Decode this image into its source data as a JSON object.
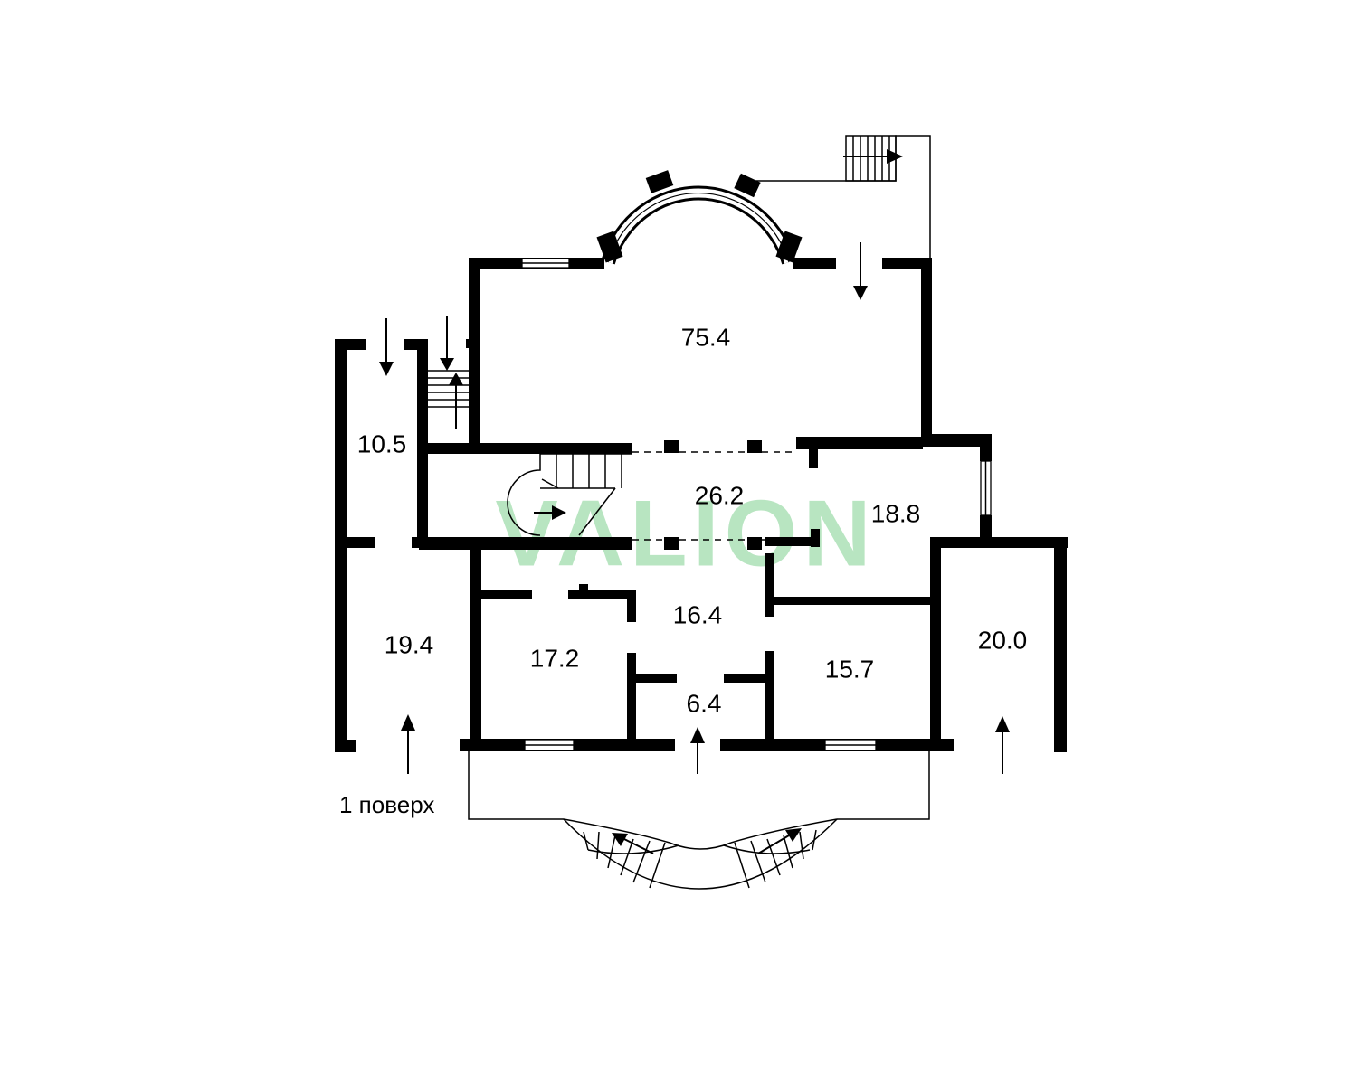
{
  "floor_label": "1 поверх",
  "watermark": "VALION",
  "rooms": [
    {
      "id": "hall-large",
      "area": "75.4"
    },
    {
      "id": "porch-left-top",
      "area": "10.5"
    },
    {
      "id": "stair-hall",
      "area": "26.2"
    },
    {
      "id": "room-east",
      "area": "18.8"
    },
    {
      "id": "corridor",
      "area": "16.4"
    },
    {
      "id": "garage-left",
      "area": "19.4"
    },
    {
      "id": "room-southwest",
      "area": "17.2"
    },
    {
      "id": "room-southeast",
      "area": "15.7"
    },
    {
      "id": "vestibule",
      "area": "6.4"
    },
    {
      "id": "garage-right",
      "area": "20.0"
    }
  ],
  "colors": {
    "walls": "#000000",
    "watermark": "#7fd08f",
    "background": "#ffffff"
  }
}
